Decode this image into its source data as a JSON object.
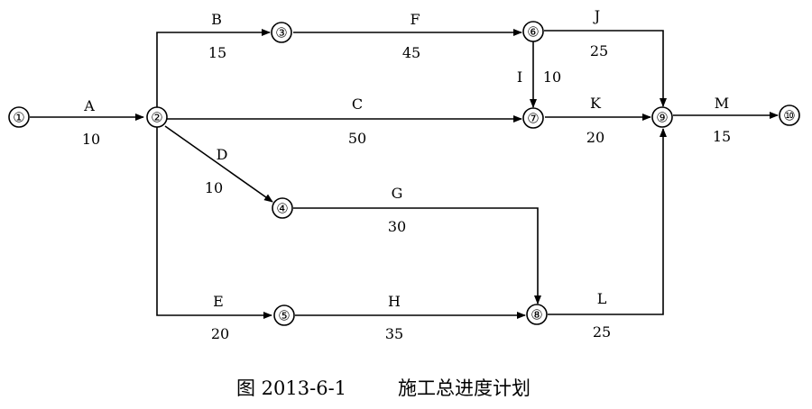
{
  "caption": {
    "figure_no": "图 2013-6-1",
    "title": "施工总进度计划"
  },
  "nodes": [
    {
      "id": "1",
      "label": "①"
    },
    {
      "id": "2",
      "label": "②"
    },
    {
      "id": "3",
      "label": "③"
    },
    {
      "id": "4",
      "label": "④"
    },
    {
      "id": "5",
      "label": "⑤"
    },
    {
      "id": "6",
      "label": "⑥"
    },
    {
      "id": "7",
      "label": "⑦"
    },
    {
      "id": "8",
      "label": "⑧"
    },
    {
      "id": "9",
      "label": "⑨"
    },
    {
      "id": "10",
      "label": "⑩"
    }
  ],
  "activities": [
    {
      "name": "A",
      "duration": "10",
      "from": "1",
      "to": "2"
    },
    {
      "name": "B",
      "duration": "15",
      "from": "2",
      "to": "3"
    },
    {
      "name": "C",
      "duration": "50",
      "from": "2",
      "to": "7"
    },
    {
      "name": "D",
      "duration": "10",
      "from": "2",
      "to": "4"
    },
    {
      "name": "E",
      "duration": "20",
      "from": "2",
      "to": "5"
    },
    {
      "name": "F",
      "duration": "45",
      "from": "3",
      "to": "6"
    },
    {
      "name": "G",
      "duration": "30",
      "from": "4",
      "to": "8"
    },
    {
      "name": "H",
      "duration": "35",
      "from": "5",
      "to": "8"
    },
    {
      "name": "I",
      "duration": "10",
      "from": "6",
      "to": "7"
    },
    {
      "name": "J",
      "duration": "25",
      "from": "6",
      "to": "9"
    },
    {
      "name": "K",
      "duration": "20",
      "from": "7",
      "to": "9"
    },
    {
      "name": "L",
      "duration": "25",
      "from": "8",
      "to": "9"
    },
    {
      "name": "M",
      "duration": "15",
      "from": "9",
      "to": "10"
    }
  ]
}
